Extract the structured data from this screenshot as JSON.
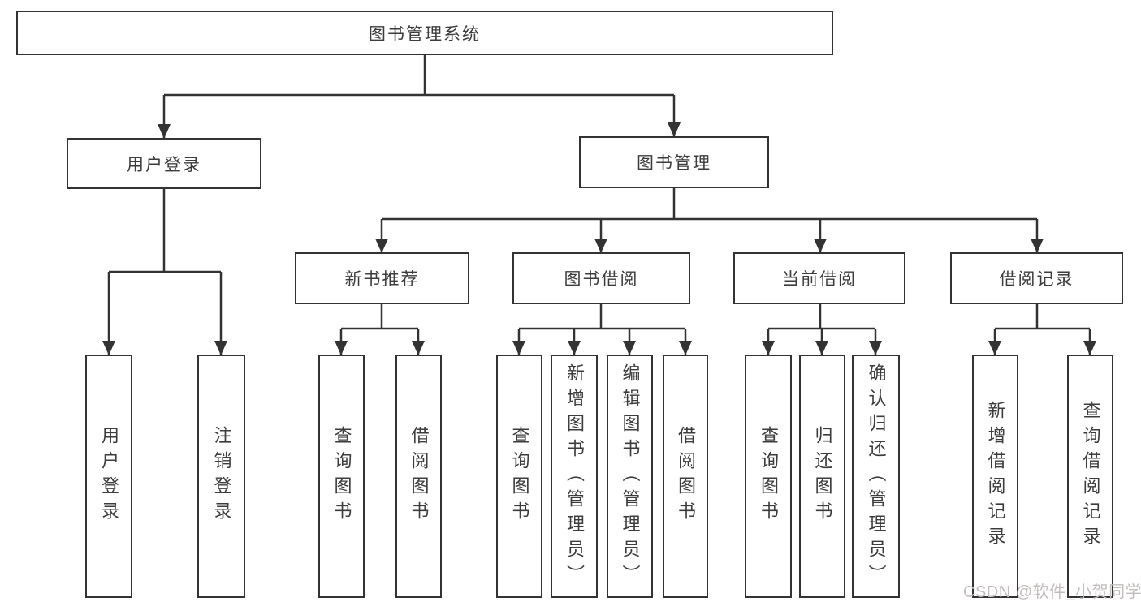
{
  "tree": {
    "label": "图书管理系统",
    "children": [
      {
        "label": "用户登录",
        "children": [
          {
            "label": "用户登录"
          },
          {
            "label": "注销登录"
          }
        ]
      },
      {
        "label": "图书管理",
        "children": [
          {
            "label": "新书推荐",
            "children": [
              {
                "label": "查询图书"
              },
              {
                "label": "借阅图书"
              }
            ]
          },
          {
            "label": "图书借阅",
            "children": [
              {
                "label": "查询图书"
              },
              {
                "label": "新增图书（管理员）"
              },
              {
                "label": "编辑图书（管理员）"
              },
              {
                "label": "借阅图书"
              }
            ]
          },
          {
            "label": "当前借阅",
            "children": [
              {
                "label": "查询图书"
              },
              {
                "label": "归还图书"
              },
              {
                "label": "确认归还（管理员）"
              }
            ]
          },
          {
            "label": "借阅记录",
            "children": [
              {
                "label": "新增借阅记录"
              },
              {
                "label": "查询借阅记录"
              }
            ]
          }
        ]
      }
    ]
  },
  "watermark": {
    "text": "CSDN @软件_小贺同学"
  },
  "colors": {
    "line": "#333333",
    "box_border": "#333333",
    "box_fill": "#ffffff",
    "text": "#3c3c3c",
    "watermark": "#c3bcbc",
    "background": "#ffffff"
  }
}
